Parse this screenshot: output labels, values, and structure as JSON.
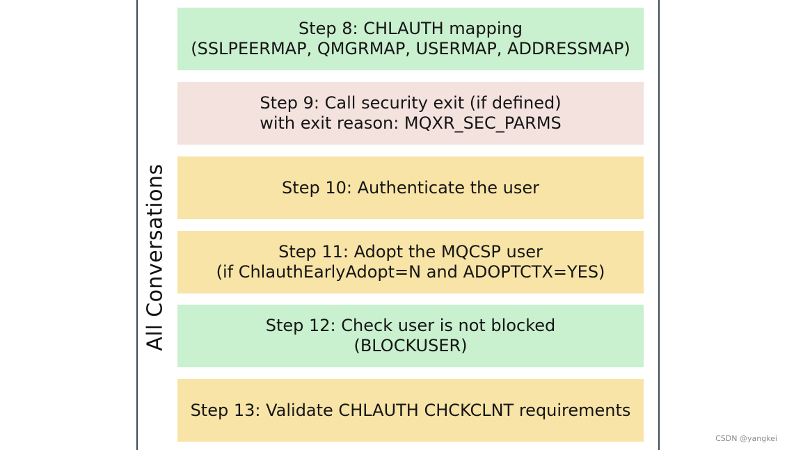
{
  "side_label": "All Conversations",
  "steps": [
    {
      "lines": [
        "Step 8: CHLAUTH mapping",
        "(SSLPEERMAP, QMGRMAP, USERMAP, ADDRESSMAP)"
      ],
      "color": "#c9f0cf"
    },
    {
      "lines": [
        "Step 9: Call security exit (if defined)",
        "with exit reason: MQXR_SEC_PARMS"
      ],
      "color": "#f3e2de"
    },
    {
      "lines": [
        "Step 10: Authenticate the user"
      ],
      "color": "#f8e4a6"
    },
    {
      "lines": [
        "Step 11: Adopt the MQCSP user",
        "(if ChlauthEarlyAdopt=N and ADOPTCTX=YES)"
      ],
      "color": "#f8e4a6"
    },
    {
      "lines": [
        "Step 12: Check user is not blocked",
        "(BLOCKUSER)"
      ],
      "color": "#c9f0cf"
    },
    {
      "lines": [
        "Step 13: Validate CHLAUTH CHCKCLNT requirements"
      ],
      "color": "#f8e4a6"
    }
  ],
  "watermark": "CSDN @yangkei"
}
